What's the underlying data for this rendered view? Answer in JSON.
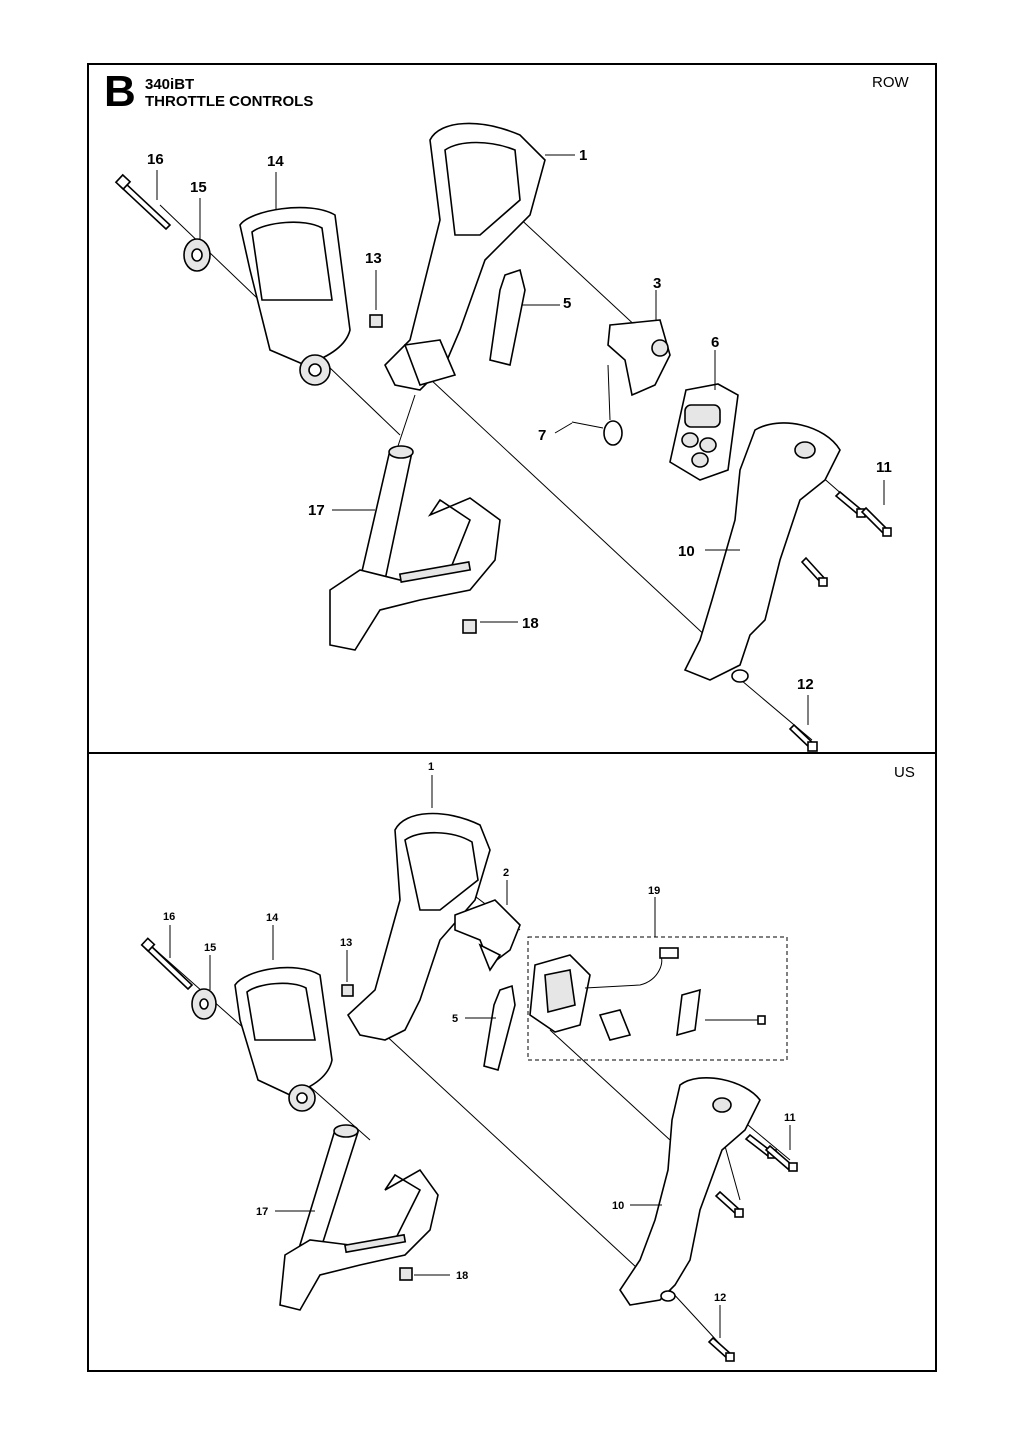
{
  "header": {
    "section_letter": "B",
    "model": "340iBT",
    "title": "THROTTLE CONTROLS"
  },
  "panels": [
    {
      "region": "ROW",
      "callouts": [
        "1",
        "3",
        "5",
        "6",
        "7",
        "10",
        "11",
        "12",
        "13",
        "14",
        "15",
        "16",
        "17",
        "18"
      ]
    },
    {
      "region": "US",
      "callouts": [
        "1",
        "2",
        "5",
        "10",
        "11",
        "12",
        "13",
        "14",
        "15",
        "16",
        "17",
        "18",
        "19"
      ]
    }
  ]
}
